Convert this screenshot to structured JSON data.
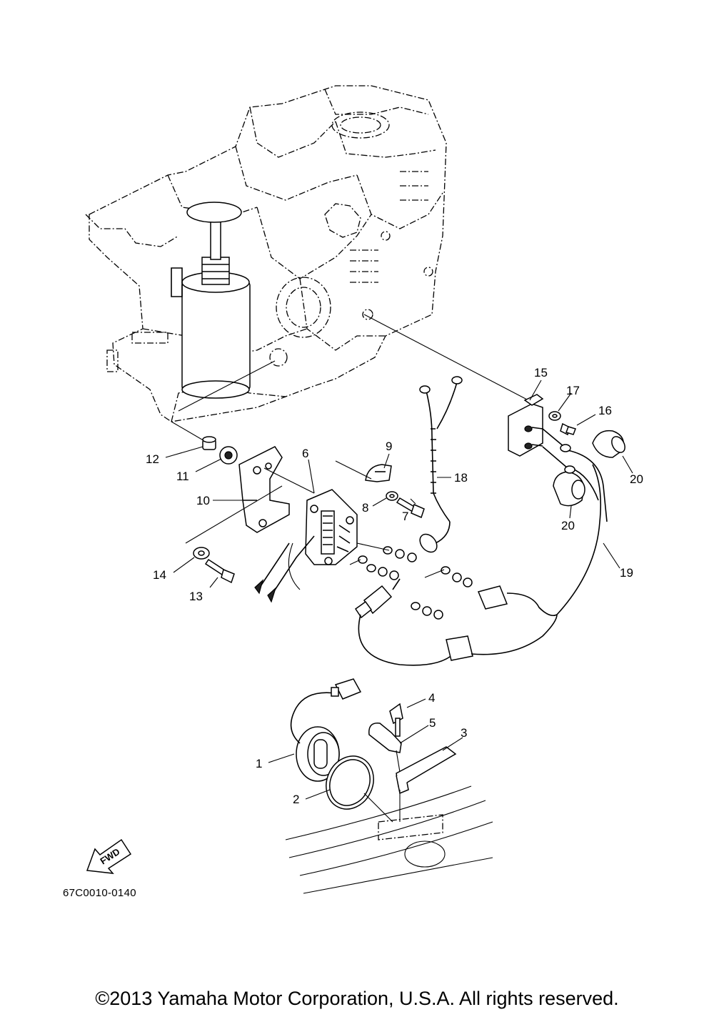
{
  "diagram": {
    "callouts": [
      {
        "id": "c1",
        "label": "1"
      },
      {
        "id": "c2",
        "label": "2"
      },
      {
        "id": "c3",
        "label": "3"
      },
      {
        "id": "c4",
        "label": "4"
      },
      {
        "id": "c5",
        "label": "5"
      },
      {
        "id": "c6",
        "label": "6"
      },
      {
        "id": "c7",
        "label": "7"
      },
      {
        "id": "c8",
        "label": "8"
      },
      {
        "id": "c9",
        "label": "9"
      },
      {
        "id": "c10",
        "label": "10"
      },
      {
        "id": "c11",
        "label": "11"
      },
      {
        "id": "c12",
        "label": "12"
      },
      {
        "id": "c13",
        "label": "13"
      },
      {
        "id": "c14",
        "label": "14"
      },
      {
        "id": "c15",
        "label": "15"
      },
      {
        "id": "c16",
        "label": "16"
      },
      {
        "id": "c17",
        "label": "17"
      },
      {
        "id": "c18",
        "label": "18"
      },
      {
        "id": "c19",
        "label": "19"
      },
      {
        "id": "c20a",
        "label": "20"
      },
      {
        "id": "c20b",
        "label": "20"
      }
    ],
    "fwd_label": "FWD",
    "drawing_code": "67C0010-0140"
  },
  "footer": {
    "copyright": "©2013 Yamaha Motor Corporation, U.S.A. All rights reserved."
  }
}
